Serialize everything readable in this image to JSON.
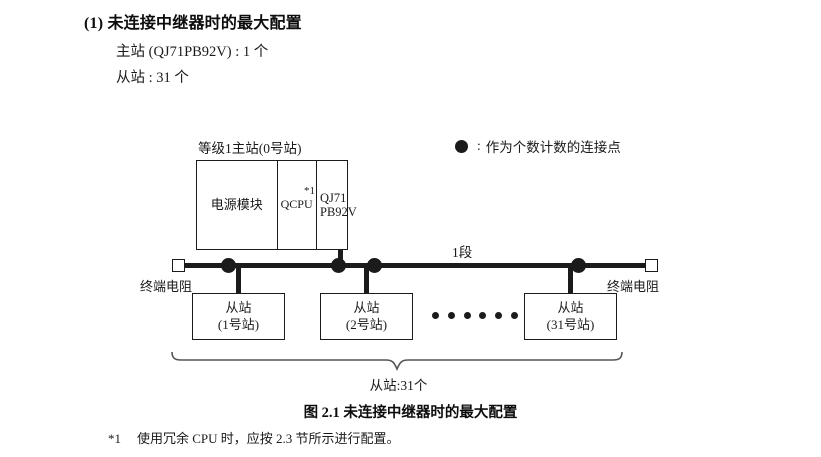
{
  "heading": {
    "title": "(1) 未连接中继器时的最大配置",
    "spec_master": "主站 (QJ71PB92V) : 1 个",
    "spec_slave": "从站 : 31 个"
  },
  "legend": {
    "symbol": "filled-circle",
    "colon": ":",
    "text": "作为个数计数的连接点"
  },
  "diagram": {
    "master": {
      "label": "等级1主站(0号站)",
      "cells": [
        {
          "name": "power-module",
          "text": "电源模块"
        },
        {
          "name": "cpu-module",
          "text": "QCPU",
          "footnote_mark": "*1"
        },
        {
          "name": "network-module",
          "line1": "QJ71",
          "line2": "PB92V"
        }
      ]
    },
    "bus": {
      "segment_label": "1段",
      "terminator_left_label": "终端电阻",
      "terminator_right_label": "终端电阻",
      "connection_dots": 4
    },
    "slaves": [
      {
        "title": "从站",
        "station": "(1号站)"
      },
      {
        "title": "从站",
        "station": "(2号站)"
      },
      {
        "title": "从站",
        "station": "(31号站)"
      }
    ],
    "ellipsis_dots": 6,
    "slave_total": "从站:31个"
  },
  "caption": "图 2.1  未连接中继器时的最大配置",
  "footnote": {
    "mark": "*1",
    "text": "使用冗余 CPU 时，应按 2.3 节所示进行配置。"
  },
  "colors": {
    "ink": "#1b1b1b",
    "paper": "#ffffff"
  }
}
